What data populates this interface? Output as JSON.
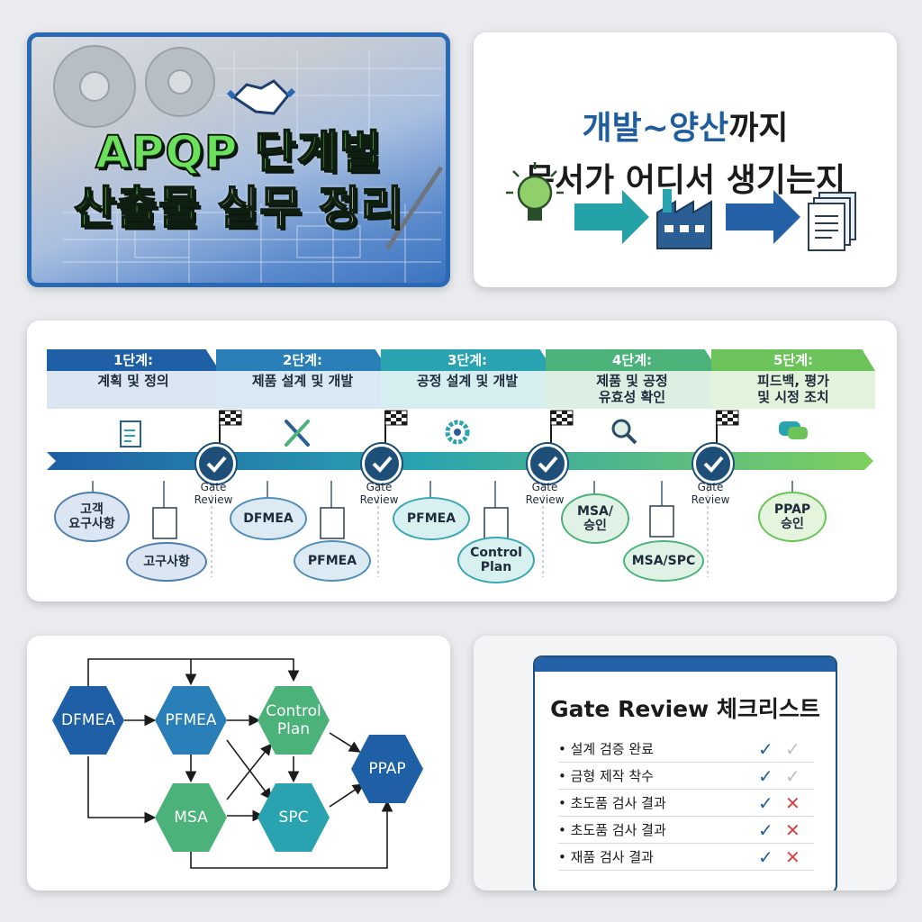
{
  "hero": {
    "title_line1": "APQP 단계별",
    "title_line2_green": "산출물",
    "title_line2_white": "실무 정리"
  },
  "headline": {
    "line1_blue": "개발~양산",
    "line1_dark": "까지",
    "line2": "문서가 어디서 생기는지",
    "blue_color": "#1f5d9c"
  },
  "stages": [
    {
      "step": "1단계:",
      "name": "계획 및 정의",
      "color": "#1f5fa5"
    },
    {
      "step": "2단계:",
      "name": "제품 설계 및 개발",
      "color": "#2a7fb8"
    },
    {
      "step": "3단계:",
      "name": "공정 설계 및 개발",
      "color": "#2aa3b0"
    },
    {
      "step": "4단계:",
      "name": "제품 및 공정\n유효성 확인",
      "color": "#4bb37a"
    },
    {
      "step": "5단계:",
      "name": "피드백, 평가\n및 시정 조치",
      "color": "#6cc35a"
    }
  ],
  "gate_label": "Gate\nReview",
  "outputs": {
    "s1a": "고객\n요구사항",
    "s1b": "고구사항",
    "s2a": "DFMEA",
    "s2b": "PFMEA",
    "s3a": "PFMEA",
    "s3b": "Control\nPlan",
    "s4a": "MSA/\n승인",
    "s4b": "MSA/SPC",
    "s5a": "PPAP\n승인"
  },
  "flow": {
    "dfmea": "DFMEA",
    "pfmea": "PFMEA",
    "control_plan": "Control\nPlan",
    "msa": "MSA",
    "spc": "SPC",
    "ppap": "PPAP"
  },
  "checklist": {
    "title": "Gate Review 체크리스트",
    "items": [
      {
        "label": "설계 검증 완료",
        "mark2": "✓"
      },
      {
        "label": "금형 제작 착수",
        "mark2": "✓"
      },
      {
        "label": "초도품 검사 결과",
        "mark2": "✕"
      },
      {
        "label": "초도품 검사 결과",
        "mark2": "✕"
      },
      {
        "label": "재품 검사 결과",
        "mark2": "✕"
      }
    ],
    "mark1": "✓"
  }
}
